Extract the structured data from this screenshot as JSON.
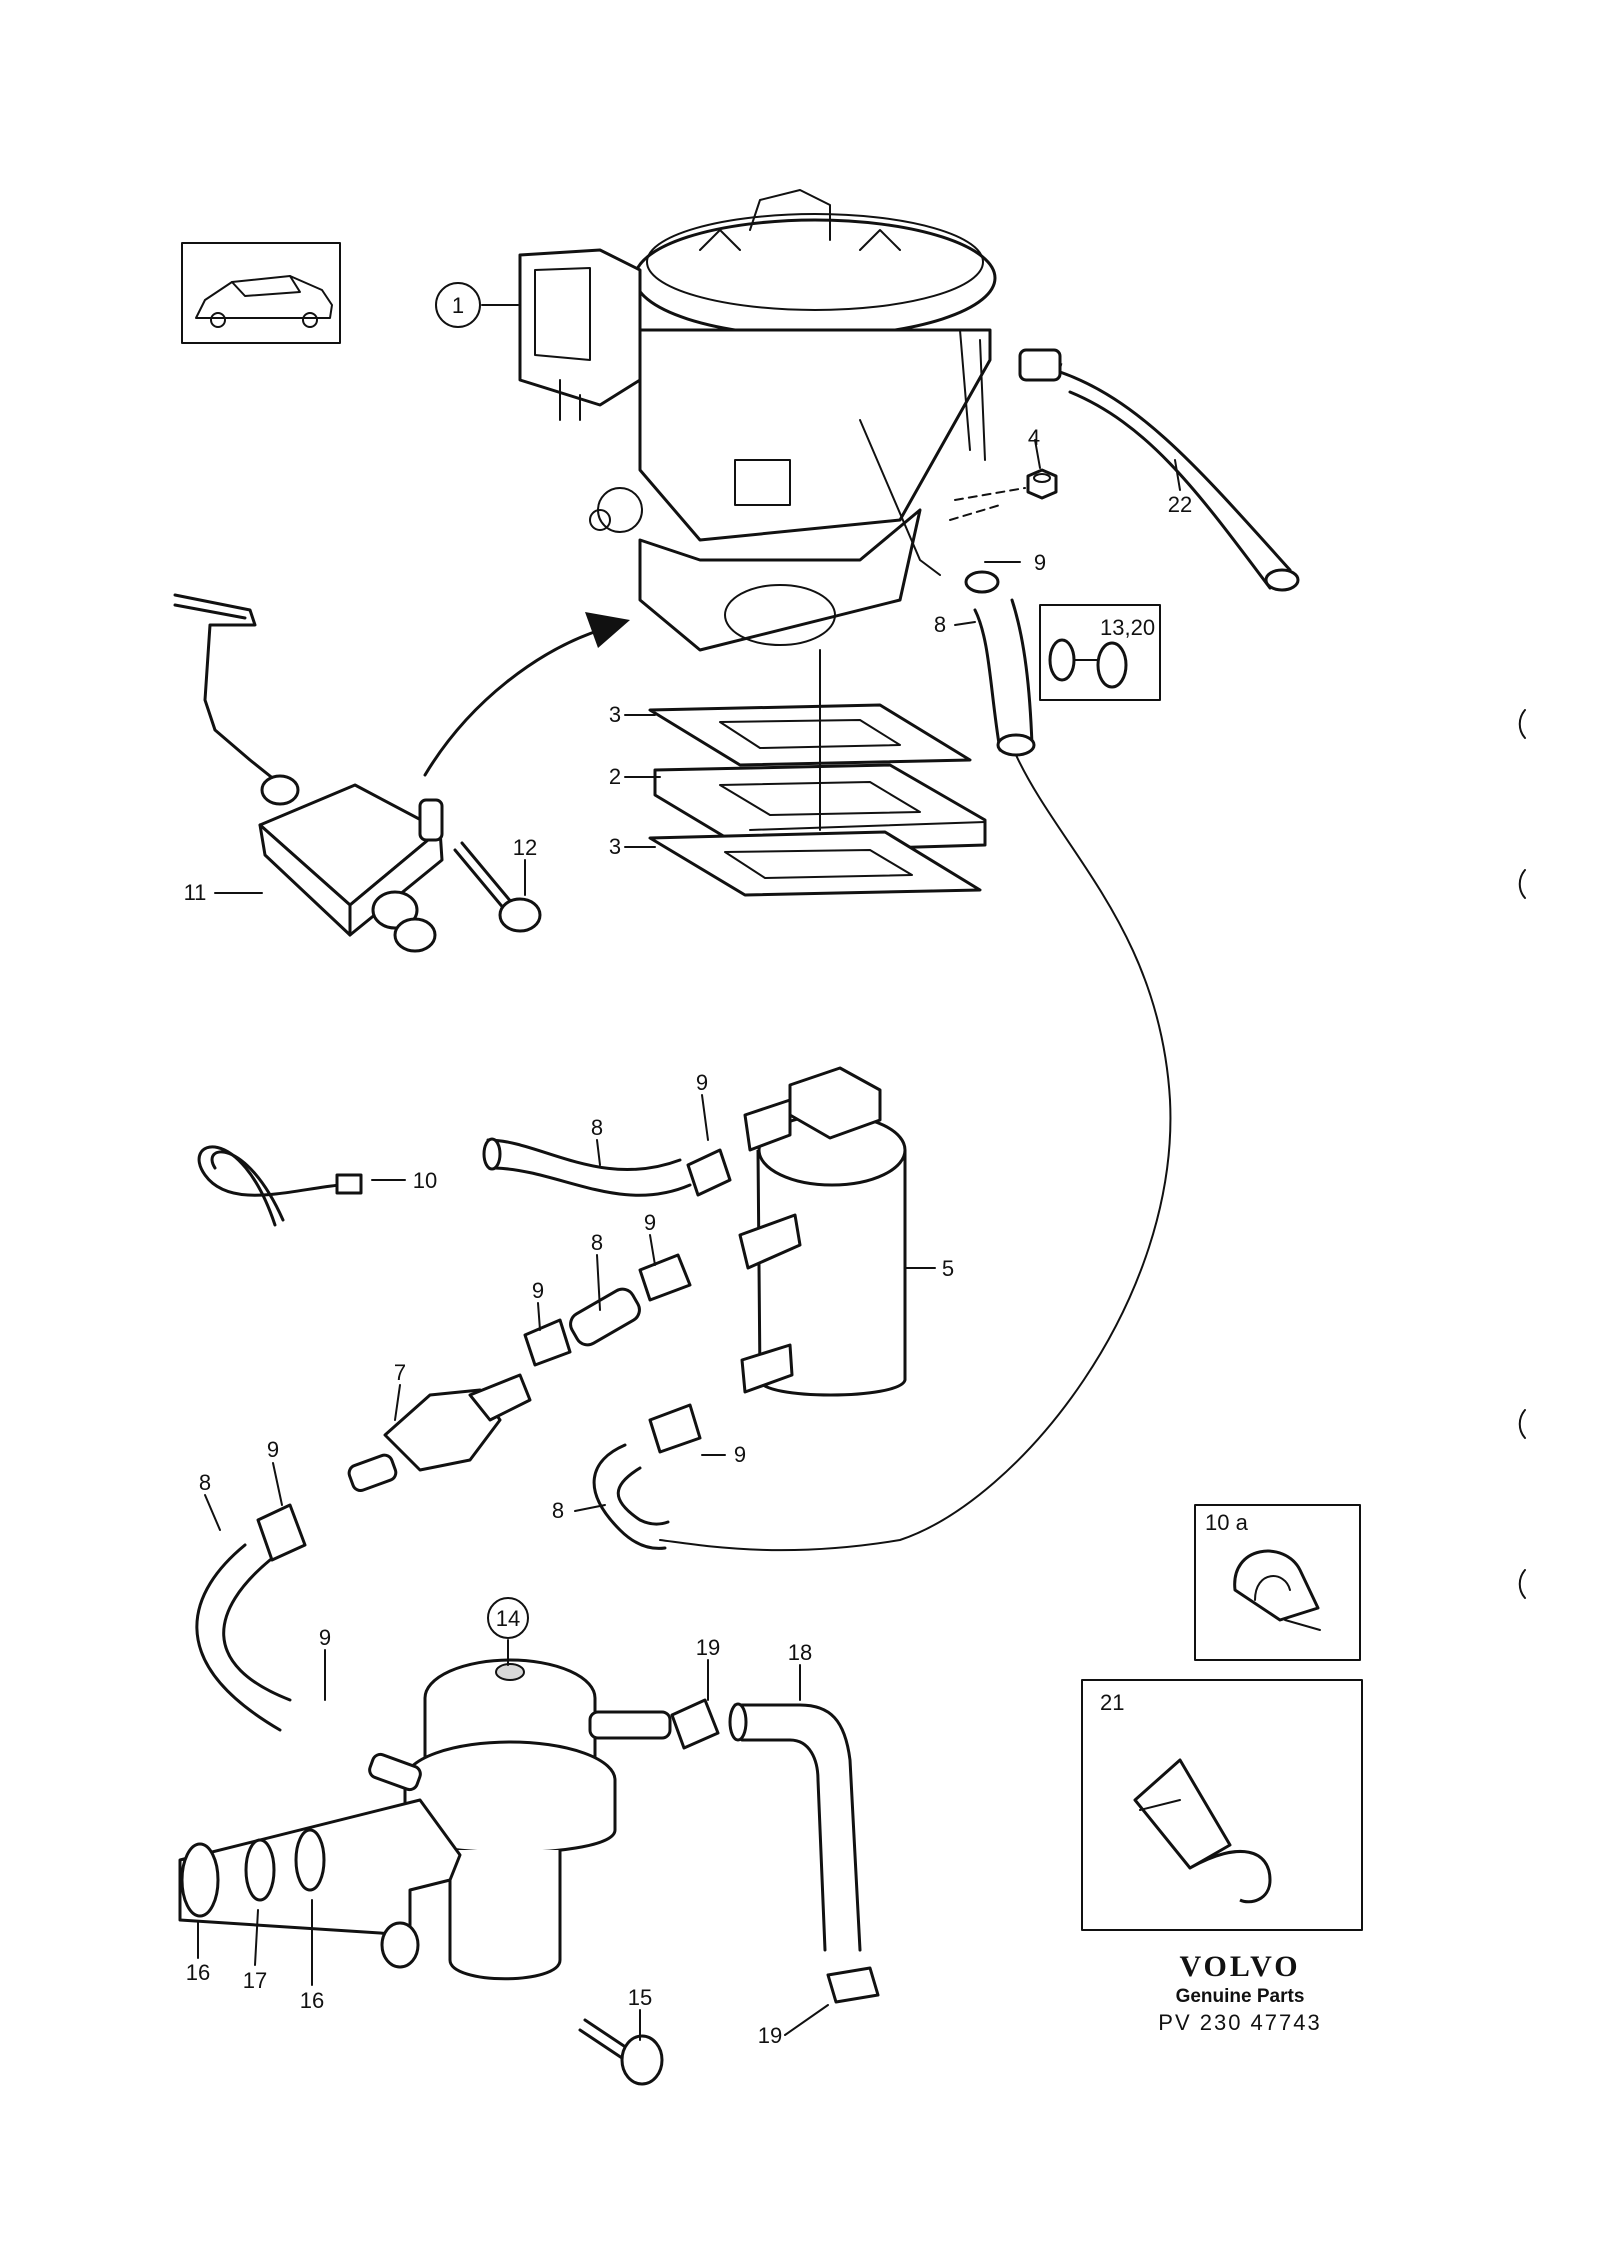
{
  "callouts": {
    "c1": "1",
    "c2": "2",
    "c3a": "3",
    "c3b": "3",
    "c4": "4",
    "c5": "5",
    "c7": "7",
    "c8a": "8",
    "c8b": "8",
    "c8c": "8",
    "c8d": "8",
    "c8e": "8",
    "c9a": "9",
    "c9b": "9",
    "c9c": "9",
    "c9d": "9",
    "c9e": "9",
    "c9f": "9",
    "c9g": "9",
    "c10": "10",
    "c11": "11",
    "c12": "12",
    "c13": "13,20",
    "c14": "14",
    "c15": "15",
    "c16a": "16",
    "c16b": "16",
    "c17": "17",
    "c18": "18",
    "c19a": "19",
    "c19b": "19",
    "c22": "22"
  },
  "inset_10a": {
    "label": "10 a"
  },
  "inset_21": {
    "label": "21"
  },
  "brand": {
    "logo": "VOLVO",
    "subtitle": "Genuine Parts",
    "code": "PV 230 47743"
  }
}
